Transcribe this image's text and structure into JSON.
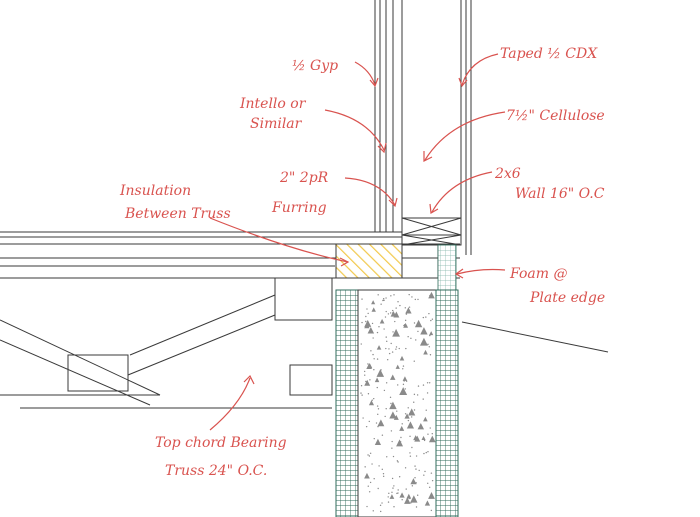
{
  "labels": {
    "gyp": "½ Gyp",
    "cdx": "Taped ½ CDX",
    "intello": [
      "Intello or",
      "Similar"
    ],
    "cellulose": "7½\" Cellulose",
    "furring": [
      "2\" 2pR",
      "Furring"
    ],
    "insulation": [
      "Insulation",
      "Between Truss"
    ],
    "wall": [
      "2x6",
      "Wall 16\" O.C"
    ],
    "foam": [
      "Foam @",
      "Plate edge"
    ],
    "truss": [
      "Top chord Bearing",
      "Truss 24\" O.C."
    ]
  },
  "colors": {
    "annotation": "#d9534f",
    "line": "#3a3a3a",
    "mesh": "#2f6b5b",
    "insulation": "#f2c94c",
    "concrete_dot": "#8a8a8a"
  }
}
